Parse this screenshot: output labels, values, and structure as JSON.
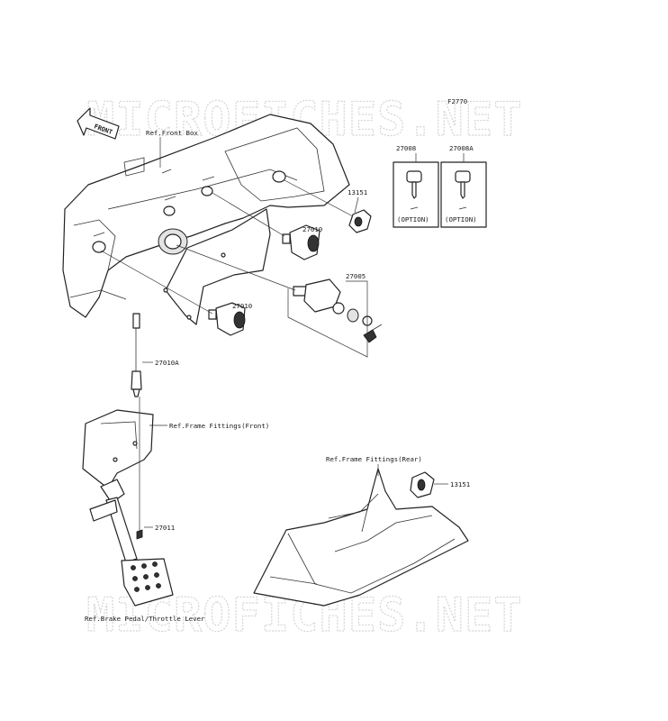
{
  "figure_code": "F2770",
  "watermarks": [
    "MICROFICHES.NET",
    "MICROFICHES.NET"
  ],
  "front_label": "FRONT",
  "references": {
    "front_box": "Ref.Front Box",
    "frame_fittings_front": "Ref.Frame Fittings(Front)",
    "frame_fittings_rear": "Ref.Frame Fittings(Rear)",
    "brake_pedal": "Ref.Brake Pedal/Throttle Lever"
  },
  "parts": {
    "p27008": "27008",
    "p27008A": "27008A",
    "option_a": "(OPTION)",
    "option_b": "(OPTION)",
    "p13151_top": "13151",
    "p27010_top": "27010",
    "p27005": "27005",
    "p27010_mid": "27010",
    "p27010A": "27010A",
    "p27011": "27011",
    "p13151_rear": "13151"
  }
}
